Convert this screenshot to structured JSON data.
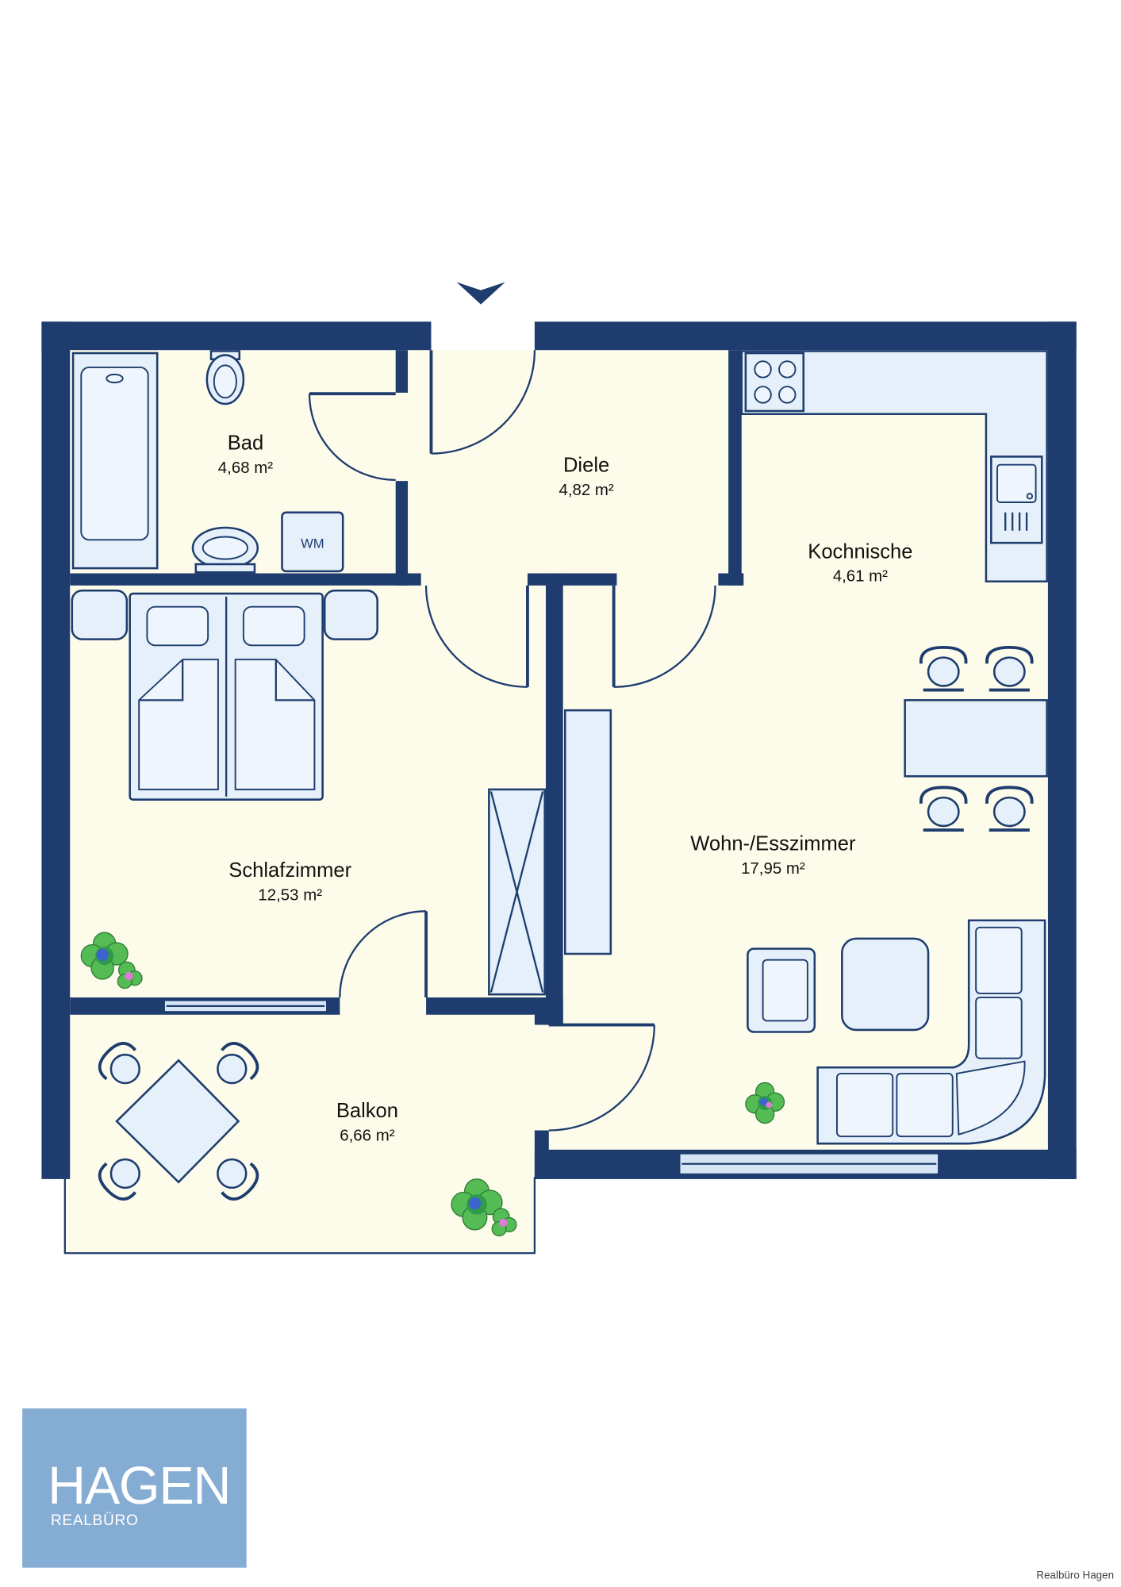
{
  "plan": {
    "rooms": [
      {
        "name": "Bad",
        "area": "4,68 m²"
      },
      {
        "name": "Diele",
        "area": "4,82 m²"
      },
      {
        "name": "Kochnische",
        "area": "4,61 m²"
      },
      {
        "name": "Wohn-/Esszimmer",
        "area": "17,95 m²"
      },
      {
        "name": "Schlafzimmer",
        "area": "12,53 m²"
      },
      {
        "name": "Balkon",
        "area": "6,66 m²"
      }
    ],
    "appliance_label": "WM"
  },
  "logo": {
    "name": "HAGEN",
    "subtitle": "REALBÜRO"
  },
  "footer": {
    "credit": "Realbüro Hagen"
  },
  "icons": {
    "entrance": "entrance-arrow-icon",
    "plants": "plant-icon"
  },
  "colors": {
    "wall": "#1e3d6e",
    "floor": "#fdfcea",
    "furniture": "#e6f0fa",
    "logo_background": "#85acd3"
  }
}
